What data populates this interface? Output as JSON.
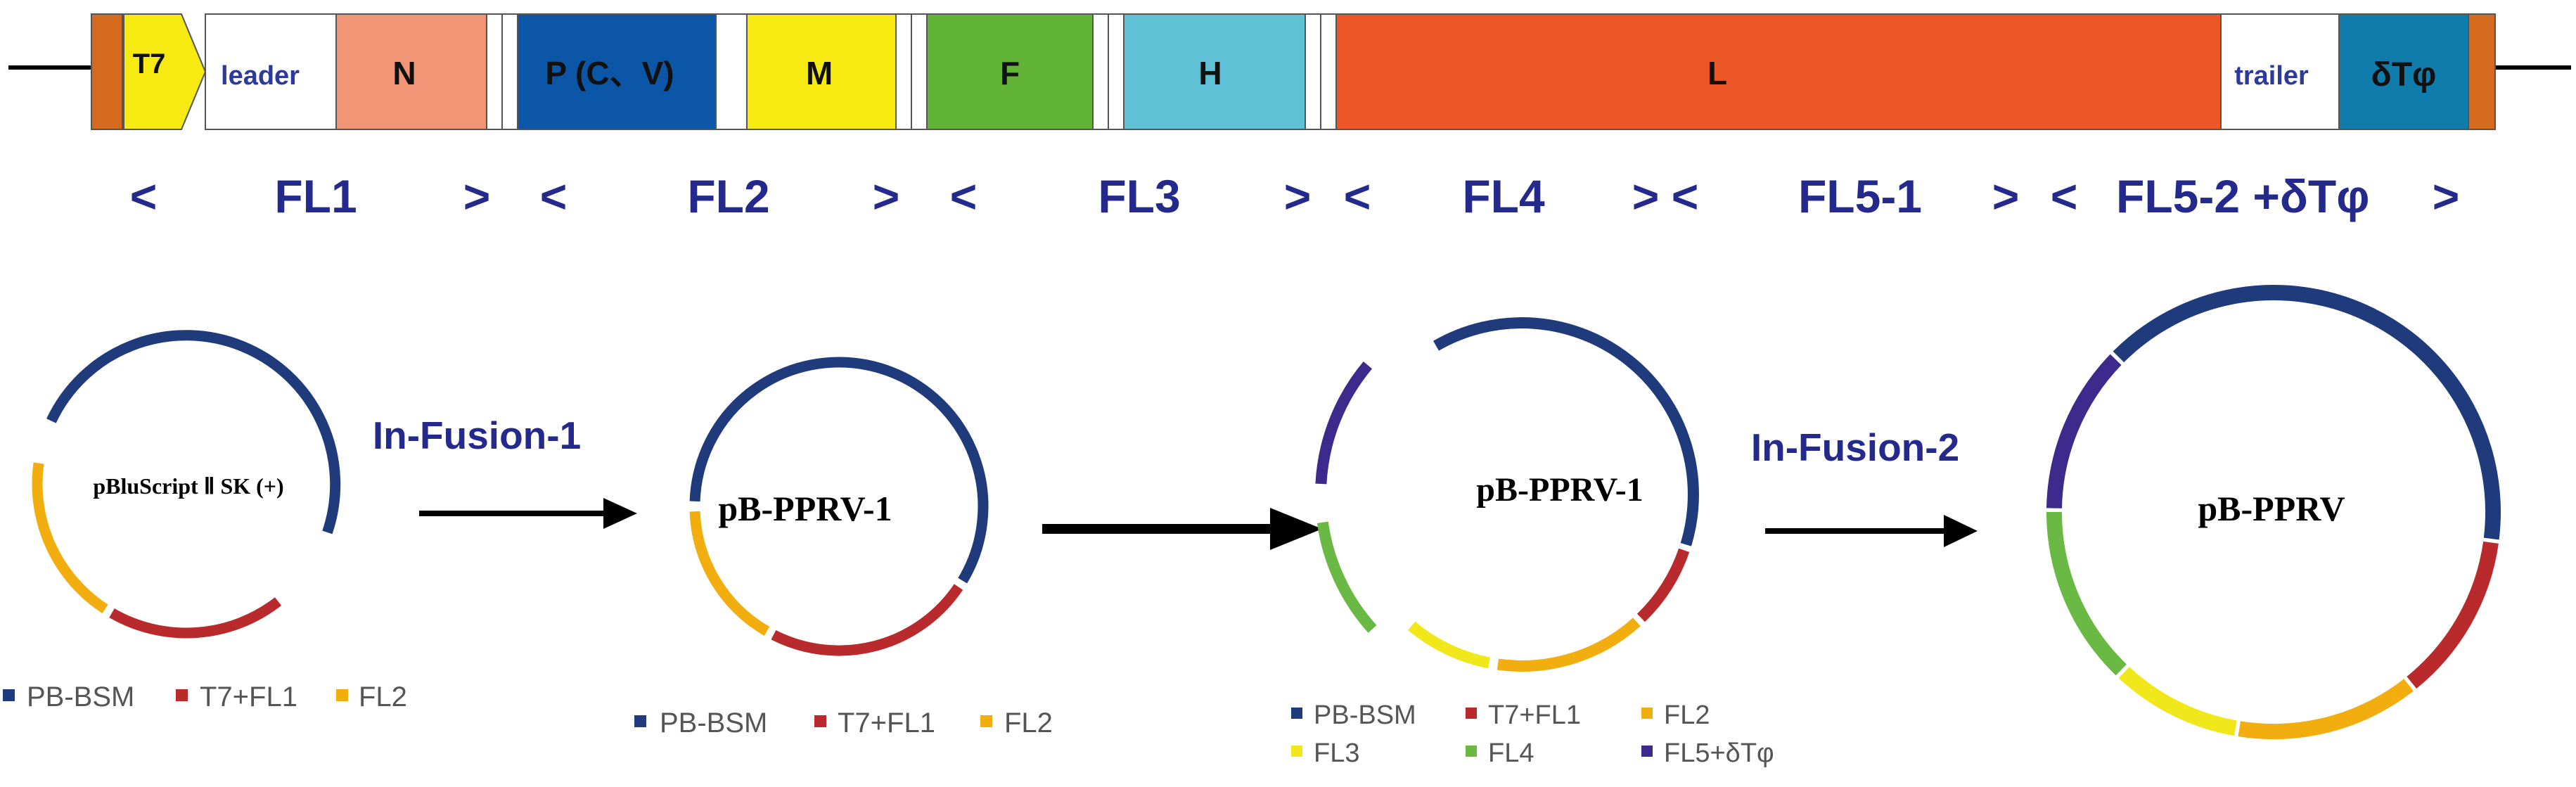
{
  "genome": {
    "segments": [
      {
        "key": "t7",
        "label": "T7",
        "color": "#f7ea12",
        "text_color": "#111111"
      },
      {
        "key": "leader",
        "label": "leader",
        "color": "#ffffff",
        "text_color": "#2d3a9a"
      },
      {
        "key": "n",
        "label": "N",
        "color": "#f09575",
        "text_color": "#111111"
      },
      {
        "key": "p",
        "label": "P (C、V)",
        "color": "#0b56a6",
        "text_color": "#111111"
      },
      {
        "key": "m",
        "label": "M",
        "color": "#f7ea12",
        "text_color": "#111111"
      },
      {
        "key": "f",
        "label": "F",
        "color": "#62b436",
        "text_color": "#111111"
      },
      {
        "key": "h",
        "label": "H",
        "color": "#5ec1d5",
        "text_color": "#111111"
      },
      {
        "key": "l",
        "label": "L",
        "color": "#eb5726",
        "text_color": "#111111"
      },
      {
        "key": "trailer",
        "label": "trailer",
        "color": "#ffffff",
        "text_color": "#2d3a9a"
      },
      {
        "key": "dtphi",
        "label": "δTφ",
        "color": "#0f7cac",
        "text_color": "#111111"
      }
    ],
    "end_cap_color": "#d56a1e"
  },
  "fragments": [
    {
      "key": "fl1",
      "label": "FL1"
    },
    {
      "key": "fl2",
      "label": "FL2"
    },
    {
      "key": "fl3",
      "label": "FL3"
    },
    {
      "key": "fl4",
      "label": "FL4"
    },
    {
      "key": "fl51",
      "label": "FL5-1"
    },
    {
      "key": "fl52",
      "label": "FL5-2 +δTφ"
    }
  ],
  "bracket_open": "<",
  "bracket_close": ">",
  "steps": {
    "infusion1": "In-Fusion-1",
    "infusion2": "In-Fusion-2"
  },
  "plasmids": [
    {
      "key": "p1",
      "label": "pBluScript Ⅱ SK (+)"
    },
    {
      "key": "p2",
      "label": "pB-PPRV-1"
    },
    {
      "key": "p3",
      "label": "pB-PPRV-1"
    },
    {
      "key": "p4",
      "label": "pB-PPRV"
    }
  ],
  "colors": {
    "pb_bsm": "#1f3b7c",
    "t7_fl1": "#b82a2b",
    "fl2": "#f2ad0f",
    "fl3": "#f0e81a",
    "fl4": "#69b944",
    "fl5": "#3c2a8c",
    "fragment_text": "#24298c"
  },
  "legends": {
    "legend1": [
      {
        "label": "PB-BSM",
        "color": "#1f3b7c"
      },
      {
        "label": "T7+FL1",
        "color": "#b82a2b"
      },
      {
        "label": "FL2",
        "color": "#f2ad0f"
      }
    ],
    "legend2": [
      {
        "label": "PB-BSM",
        "color": "#1f3b7c"
      },
      {
        "label": "T7+FL1",
        "color": "#b82a2b"
      },
      {
        "label": "FL2",
        "color": "#f2ad0f"
      }
    ],
    "legend3": [
      {
        "label": "PB-BSM",
        "color": "#1f3b7c"
      },
      {
        "label": "T7+FL1",
        "color": "#b82a2b"
      },
      {
        "label": "FL2",
        "color": "#f2ad0f"
      },
      {
        "label": "FL3",
        "color": "#f0e81a"
      },
      {
        "label": "FL4",
        "color": "#69b944"
      },
      {
        "label": "FL5+δTφ",
        "color": "#3c2a8c"
      }
    ]
  }
}
